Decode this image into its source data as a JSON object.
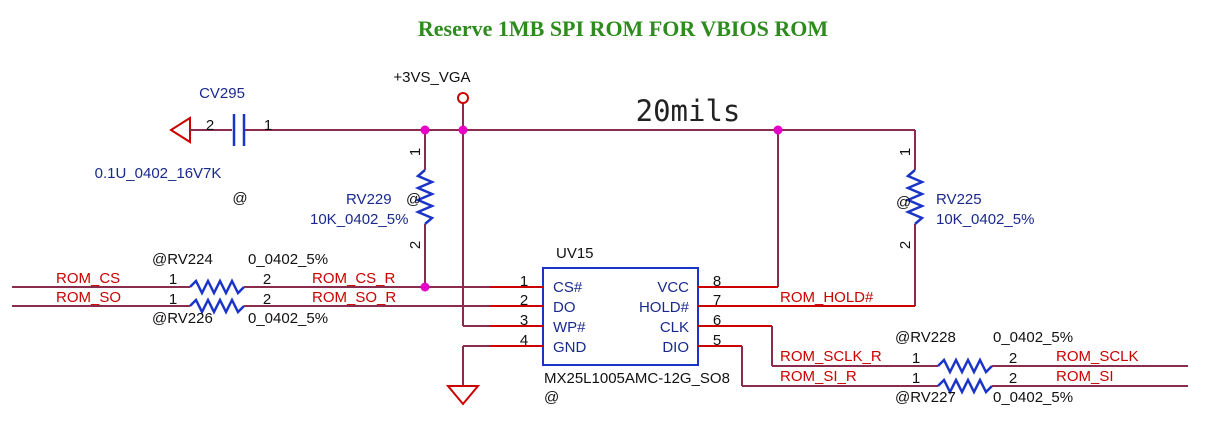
{
  "title": "Reserve 1MB SPI ROM FOR VBIOS ROM",
  "trace_note": "20mils",
  "power_label": "+3VS_VGA",
  "capacitor": {
    "ref": "CV295",
    "value": "0.1U_0402_16V7K",
    "at": "@",
    "pin_left": "2",
    "pin_right": "1"
  },
  "rv229": {
    "ref": "RV229",
    "at": "@",
    "value": "10K_0402_5%",
    "pin_top": "1",
    "pin_bottom": "2"
  },
  "rv225": {
    "ref": "RV225",
    "at": "@",
    "value": "10K_0402_5%",
    "pin_top": "1",
    "pin_bottom": "2"
  },
  "rv224": {
    "ref": "@RV224",
    "value": "0_0402_5%",
    "pin_left": "1",
    "pin_right": "2"
  },
  "rv226": {
    "ref": "@RV226",
    "value": "0_0402_5%",
    "pin_left": "1",
    "pin_right": "2"
  },
  "rv228": {
    "ref": "@RV228",
    "value": "0_0402_5%",
    "pin_left": "1",
    "pin_right": "2"
  },
  "rv227": {
    "ref": "@RV227",
    "value": "0_0402_5%",
    "pin_left": "1",
    "pin_right": "2"
  },
  "chip": {
    "ref": "UV15",
    "part": "MX25L1005AMC-12G_SO8",
    "at": "@",
    "left_pins": [
      {
        "num": "1",
        "name": "CS#"
      },
      {
        "num": "2",
        "name": "DO"
      },
      {
        "num": "3",
        "name": "WP#"
      },
      {
        "num": "4",
        "name": "GND"
      }
    ],
    "right_pins": [
      {
        "num": "8",
        "name": "VCC"
      },
      {
        "num": "7",
        "name": "HOLD#"
      },
      {
        "num": "6",
        "name": "CLK"
      },
      {
        "num": "5",
        "name": "DIO"
      }
    ]
  },
  "nets": {
    "rom_cs": "ROM_CS",
    "rom_so": "ROM_SO",
    "rom_cs_r": "ROM_CS_R",
    "rom_so_r": "ROM_SO_R",
    "rom_hold": "ROM_HOLD#",
    "rom_sclk_r": "ROM_SCLK_R",
    "rom_si_r": "ROM_SI_R",
    "rom_sclk": "ROM_SCLK",
    "rom_si": "ROM_SI"
  },
  "colors": {
    "wire": "#8b2c4e",
    "component": "#1a34c8",
    "net_label": "#cc0000",
    "junction": "#e600c8",
    "title": "#2e8b1e"
  }
}
